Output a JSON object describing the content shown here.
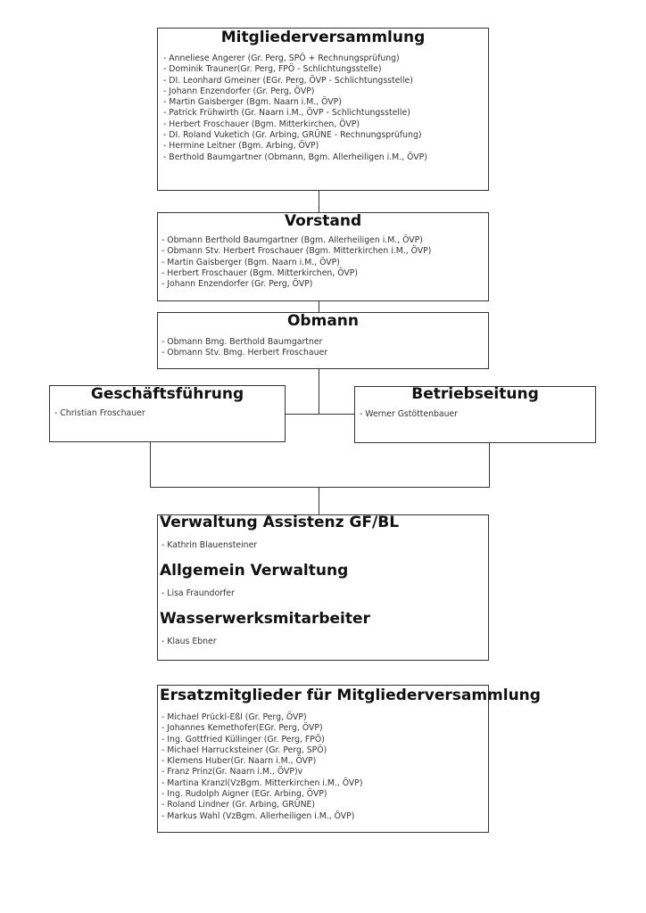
{
  "mitgliederversammlung": {
    "title": "Mitgliederversammlung",
    "members": [
      "- Anneliese Angerer (Gr. Perg, SPÖ + Rechnungsprüfung)",
      "- Dominik Trauner(Gr. Perg, FPÖ - Schlichtungsstelle)",
      "- DI. Leonhard Gmeiner (EGr. Perg, ÖVP - Schlichtungsstelle)",
      "- Johann Enzendorfer (Gr. Perg, ÖVP)",
      "- Martin Gaisberger (Bgm. Naarn i.M., ÖVP)",
      "- Patrick Frühwirth (Gr. Naarn i.M., ÖVP - Schlichtungsstelle)",
      "- Herbert Froschauer (Bgm. Mitterkirchen, ÖVP)",
      "- DI. Roland Vuketich (Gr. Arbing, GRÜNE - Rechnungsprüfung)",
      "- Hermine Leitner (Bgm. Arbing, ÖVP)",
      "- Berthold Baumgartner (Obmann, Bgm. Allerheiligen i.M., ÖVP)"
    ]
  },
  "vorstand": {
    "title": "Vorstand",
    "members": [
      "- Obmann Berthold Baumgartner (Bgm. Allerheiligen i.M., ÖVP)",
      "- Obmann Stv. Herbert Froschauer (Bgm. Mitterkirchen i.M., ÖVP)",
      "- Martin Gaisberger (Bgm. Naarn i.M., ÖVP)",
      "- Herbert Froschauer (Bgm. Mitterkirchen, ÖVP)",
      "- Johann Enzendorfer (Gr. Perg, ÖVP)"
    ]
  },
  "obmann": {
    "title": "Obmann",
    "members": [
      "- Obmann Bmg. Berthold Baumgartner",
      "- Obmann Stv. Bmg. Herbert Froschauer"
    ]
  },
  "geschaeftsfuehrung": {
    "title": "Geschäftsführung",
    "members": [
      "- Christian Froschauer"
    ]
  },
  "betriebseitung": {
    "title": "Betriebseitung",
    "members": [
      "- Werner Gstöttenbauer"
    ]
  },
  "verwaltung": {
    "sections": [
      {
        "title": "Verwaltung Assistenz GF/BL",
        "members": [
          "- Kathrin Blauensteiner"
        ]
      },
      {
        "title": "Allgemein Verwaltung",
        "members": [
          "- Lisa Fraundorfer"
        ]
      },
      {
        "title": "Wasserwerksmitarbeiter",
        "members": [
          "- Klaus Ebner"
        ]
      }
    ]
  },
  "ersatzmitglieder": {
    "title": "Ersatzmitglieder für Mitgliederversammlung",
    "members": [
      "- Michael Prückl-Eßl (Gr. Perg, ÖVP)",
      "- Johannes Kemethofer(EGr. Perg, ÖVP)",
      "- Ing. Gottfried Küllinger (Gr. Perg, FPÖ)",
      "- Michael Harrucksteiner (Gr. Perg, SPÖ)",
      "- Klemens Huber(Gr. Naarn i.M., ÖVP)",
      "- Franz Prinz(Gr. Naarn i.M., ÖVP)v",
      "- Martina Kranzl(VzBgm. Mitterkirchen i.M., ÖVP)",
      "- Ing. Rudolph Aigner (EGr. Arbing, ÖVP)",
      "- Roland Lindner (Gr. Arbing, GRÜNE)",
      "- Markus Wahl (VzBgm. Allerheiligen i.M., ÖVP)"
    ]
  }
}
